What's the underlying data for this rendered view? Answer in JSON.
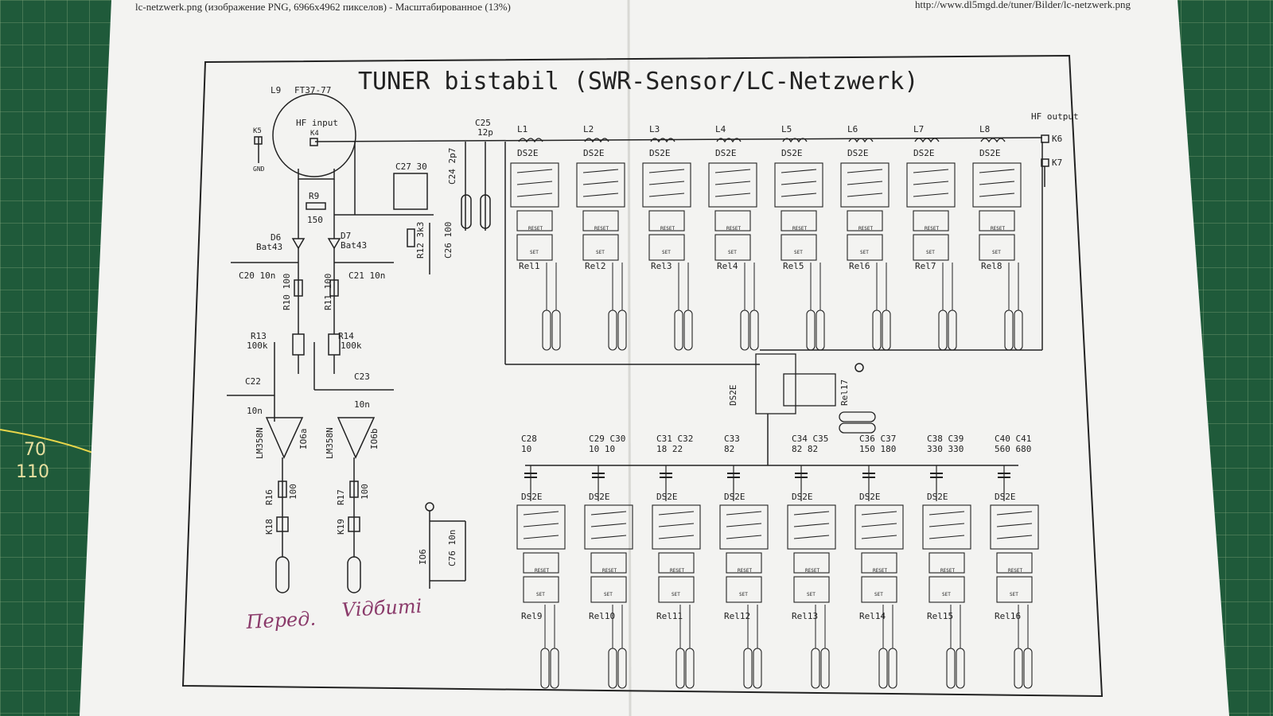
{
  "browser_header": {
    "left": "lc-netzwerk.png (изображение PNG, 6966x4962 пикселов) - Масштабированное (13%)",
    "right": "http://www.dl5mgd.de/tuner/Bilder/lc-netzwerk.png"
  },
  "schematic": {
    "title": "TUNER bistabil (SWR-Sensor/LC-Netzwerk)",
    "toroid": {
      "ref": "L9",
      "type": "FT37-77",
      "label": "HF input",
      "pin": "K4"
    },
    "gnd_label": "GND",
    "k5": "K5",
    "c27": "C27 30",
    "c25": {
      "ref": "C25",
      "val": "12p"
    },
    "c24": "C24 2p7",
    "r9": {
      "ref": "R9",
      "val": "150"
    },
    "r12": "R12 3k3",
    "c26": "C26 100",
    "d6": {
      "ref": "D6",
      "type": "Bat43"
    },
    "d7": {
      "ref": "D7",
      "type": "Bat43"
    },
    "c20": "C20 10n",
    "c21": "C21 10n",
    "r10": "R10 100",
    "r11": "R11 100",
    "r13": {
      "ref": "R13",
      "val": "100k"
    },
    "r14": {
      "ref": "R14",
      "val": "100k"
    },
    "c22": {
      "ref": "C22",
      "val": "10n"
    },
    "c23": {
      "ref": "C23",
      "val": "10n"
    },
    "opamp_a": {
      "type": "LM358N",
      "ref": "IO6a"
    },
    "opamp_b": {
      "type": "LM358N",
      "ref": "IO6b"
    },
    "r16": {
      "ref": "R16",
      "val": "100"
    },
    "r17": {
      "ref": "R17",
      "val": "100"
    },
    "k18": "K18",
    "k19": "K19",
    "io6": "IO6",
    "c76": "C76 10n",
    "hf_output": "HF output",
    "k6": "K6",
    "k7": "K7",
    "relay_type": "DS2E",
    "relay_reset": "RESET",
    "relay_set": "SET",
    "inductors": [
      "L1",
      "L2",
      "L3",
      "L4",
      "L5",
      "L6",
      "L7",
      "L8"
    ],
    "relays_top": [
      "Rel1",
      "Rel2",
      "Rel3",
      "Rel4",
      "Rel5",
      "Rel6",
      "Rel7",
      "Rel8"
    ],
    "rel17": "Rel17",
    "cap_labels": [
      {
        "refs": "C28",
        "vals": "10"
      },
      {
        "refs": "C29 C30",
        "vals": "10 10"
      },
      {
        "refs": "C31 C32",
        "vals": "18 22"
      },
      {
        "refs": "C33",
        "vals": "82"
      },
      {
        "refs": "C34 C35",
        "vals": "82 82"
      },
      {
        "refs": "C36 C37",
        "vals": "150 180"
      },
      {
        "refs": "C38 C39",
        "vals": "330 330"
      },
      {
        "refs": "C40 C41",
        "vals": "560 680"
      }
    ],
    "relays_bottom": [
      "Rel9",
      "Rel10",
      "Rel11",
      "Rel12",
      "Rel13",
      "Rel14",
      "Rel15",
      "Rel16"
    ]
  },
  "handwriting": [
    "Перед.",
    "Vідбиті"
  ],
  "protractor_marks": [
    "70",
    "110"
  ],
  "colors": {
    "paper": "#f3f3f1",
    "ink": "#2a2a2a",
    "mat": "#1f5a3a",
    "mat_line": "#e8d64a",
    "handwriting": "#8a3a6a"
  }
}
